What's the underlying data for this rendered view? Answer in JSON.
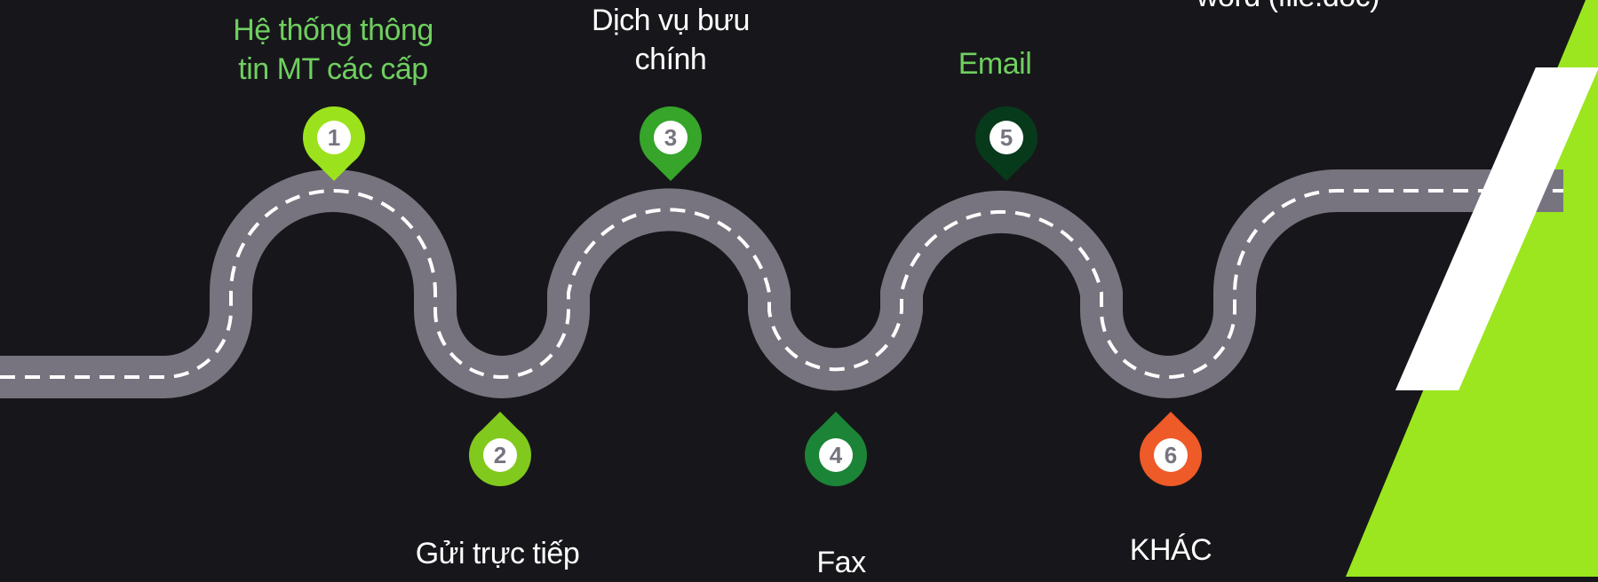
{
  "colors": {
    "background": "#17171b",
    "road": "#77747f",
    "road_dash": "#ffffff",
    "accent_green": "#9ce61f",
    "stripe_white": "#ffffff"
  },
  "stops": [
    {
      "number": "1",
      "label": "Hệ thống thông\ntin MT các cấp",
      "pin_color": "#9be21c",
      "label_color": "#6fcf5f"
    },
    {
      "number": "2",
      "label": "Gửi trực tiếp",
      "pin_color": "#82c91e",
      "label_color": "#ffffff"
    },
    {
      "number": "3",
      "label": "Dịch vụ bưu\nchính",
      "pin_color": "#36a52a",
      "label_color": "#ffffff"
    },
    {
      "number": "4",
      "label": "Fax",
      "pin_color": "#1c8436",
      "label_color": "#ffffff"
    },
    {
      "number": "5",
      "label": "Email",
      "pin_color": "#073a1a",
      "label_color": "#6fcf5f"
    },
    {
      "number": "6",
      "label": "KHÁC",
      "pin_color": "#ee5a28",
      "label_color": "#ffffff"
    }
  ],
  "partial_label": "word (file.doc)"
}
